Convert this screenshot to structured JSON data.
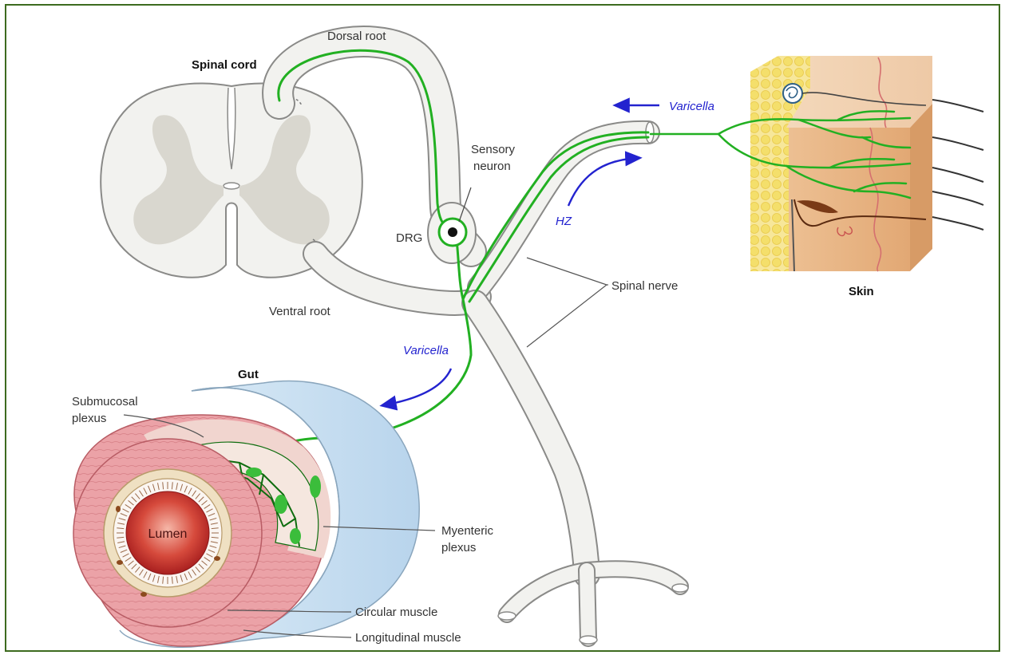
{
  "labels": {
    "dorsal_root": "Dorsal root",
    "spinal_cord": "Spinal cord",
    "sensory_neuron_line1": "Sensory",
    "sensory_neuron_line2": "neuron",
    "drg": "DRG",
    "ventral_root": "Ventral root",
    "spinal_nerve": "Spinal nerve",
    "skin": "Skin",
    "gut": "Gut",
    "submucosal_line1": "Submucosal",
    "submucosal_line2": "plexus",
    "myenteric_line1": "Myenteric",
    "myenteric_line2": "plexus",
    "lumen": "Lumen",
    "circular_muscle": "Circular muscle",
    "longitudinal_muscle": "Longitudinal muscle",
    "varicella_top": "Varicella",
    "varicella_bottom": "Varicella",
    "hz": "HZ"
  },
  "colors": {
    "frame": "#3d6b1f",
    "nerve_fill": "#f2f2ef",
    "nerve_stroke": "#8a8a88",
    "gray_matter": "#d9d7cf",
    "neuron_green": "#22b022",
    "arrow_blue": "#2323cf",
    "skin_tan": "#e8b78c",
    "fat_yellow": "#f4df6b",
    "muscle_pink": "#e79aa0",
    "lumen_red": "#c42a2a",
    "serosa_blue": "#c9e0f2"
  }
}
